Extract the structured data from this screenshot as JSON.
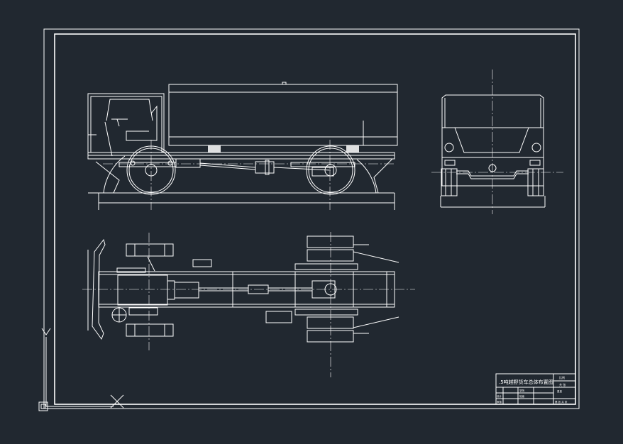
{
  "title_block": {
    "drawing_title": ".5吨越野货车总体布置图",
    "scale_label": "比例",
    "sheet_label": "共 张",
    "mass_label": "重量",
    "school_label": "学院",
    "class_label": "班级",
    "designer_label": "设计",
    "checker_label": "审核",
    "sheet_no_label": "第 张 共 张"
  },
  "colors": {
    "background": "#212830",
    "lines": "#ffffff"
  }
}
